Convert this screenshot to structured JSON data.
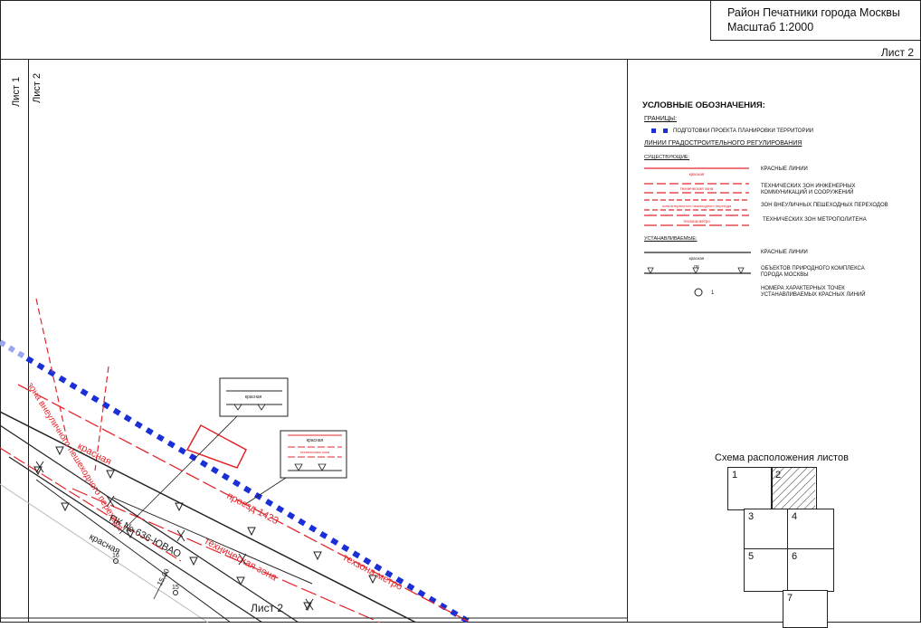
{
  "title_block": {
    "line1": "Район Печатники города Москвы",
    "line2": "Масштаб 1:2000"
  },
  "sheet_label": "Лист 2",
  "margin_labels": {
    "sheet1": "Лист 1",
    "sheet2": "Лист 2"
  },
  "legend": {
    "title": "УСЛОВНЫЕ ОБОЗНАЧЕНИЯ:",
    "boundaries_header": "ГРАНИЦЫ:",
    "boundary_planning": "ПОДГОТОВКИ ПРОЕКТА ПЛАНИРОВКИ ТЕРРИТОРИИ",
    "regulation_header": "ЛИНИИ ГРАДОСТРОИТЕЛЬНОГО РЕГУЛИРОВАНИЯ",
    "existing_header": "СУЩЕСТВУЮЩИЕ:",
    "red_lines": "КРАСНЫЕ ЛИНИИ",
    "red_sample": "красная",
    "tech_zones": "ТЕХНИЧЕСКИХ ЗОН ИНЖЕНЕРНЫХ КОММУНИКАЦИЙ И СООРУЖЕНИЙ",
    "tech_sample": "техническая зона",
    "ped_zones": "ЗОН ВНЕУЛИЧНЫХ ПЕШЕХОДНЫХ ПЕРЕХОДОВ",
    "ped_sample": "зона внеуличного пешеходного перехода",
    "metro_zones": "ТЕХНИЧЕСКИХ ЗОН МЕТРОПОЛИТЕНА",
    "metro_sample": "техзона метро",
    "established_header": "УСТАНАВЛИВАЕМЫЕ:",
    "est_red_lines": "КРАСНЫЕ ЛИНИИ",
    "est_red_sample": "красная",
    "nature_objects": "ОБЪЕКТОВ ПРИРОДНОГО КОМПЛЕКСА ГОРОДА МОСКВЫ",
    "nature_sample": "ПК",
    "point_number_sample": "1",
    "point_numbers": "НОМЕРА ХАРАКТЕРНЫХ ТОЧЕК УСТАНАВЛИВАЕМЫХ КРАСНЫХ ЛИНИЙ"
  },
  "map": {
    "label_ped_zone": "зона внеуличного пешеходного перехода",
    "label_red1": "красная",
    "label_proezd": "проезд 1423",
    "label_pk": "ПК № 636-ЮВАО",
    "label_techzone": "техническая зона",
    "label_metro": "техзона метро",
    "label_red2": "красная",
    "label_dim": "15,00",
    "point16": "16",
    "point15": "15",
    "label_sheet2": "Лист 2",
    "callout1_text": "красная",
    "callout2_text1": "красная",
    "callout2_text2": "техническая зона"
  },
  "scheme": {
    "title": "Схема расположения листов",
    "cells": [
      "1",
      "2",
      "3",
      "4",
      "5",
      "6",
      "7"
    ]
  },
  "colors": {
    "red": "#e3262c",
    "blue": "#1a2fd6",
    "line": "#222222"
  }
}
